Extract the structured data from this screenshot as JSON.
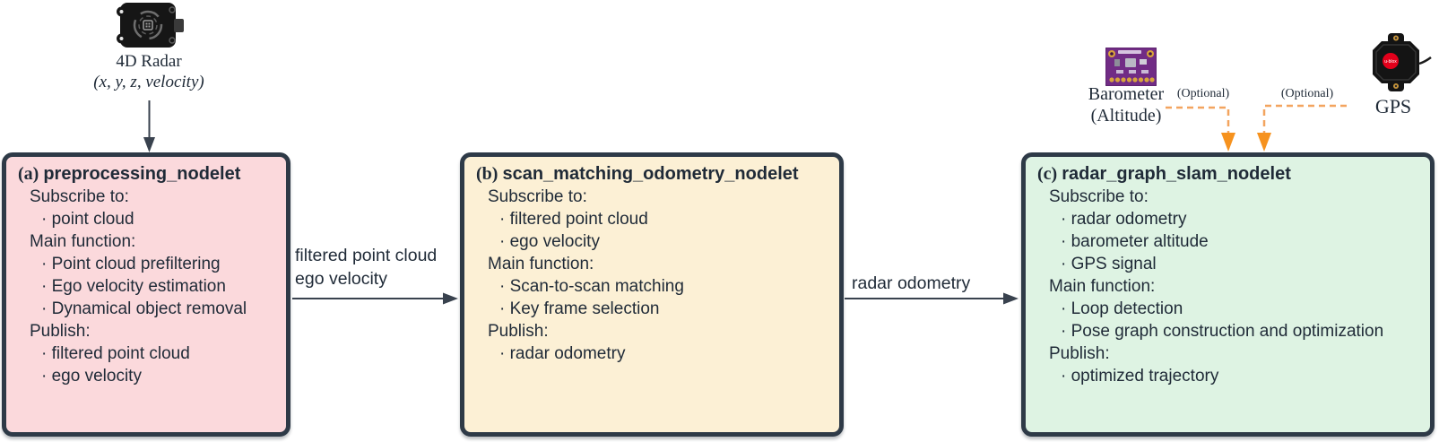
{
  "colors": {
    "box_a_fill": "#FBD9DC",
    "box_b_fill": "#FCF0D5",
    "box_c_fill": "#DEF3E3",
    "node_border": "#2E3A47",
    "text_color": "#1F2A37",
    "arrow_color": "#39424E",
    "optional_orange": "#F6921E",
    "optional_orange_dash": "#F3A45F"
  },
  "sensors": {
    "radar": {
      "label": "4D Radar",
      "sublabel": "(x, y, z, velocity)"
    },
    "barometer": {
      "label": "Barometer",
      "sublabel": "(Altitude)",
      "optional_tag": "(Optional)"
    },
    "gps": {
      "label": "GPS",
      "optional_tag": "(Optional)"
    }
  },
  "boxes": [
    {
      "prefix": "(a)",
      "title": "preprocessing_nodelet",
      "lines": [
        "Subscribe to:",
        "· point cloud",
        "Main function:",
        "· Point cloud prefiltering",
        "· Ego velocity estimation",
        "· Dynamical object removal",
        "Publish:",
        "· filtered point cloud",
        "· ego velocity"
      ]
    },
    {
      "prefix": "(b)",
      "title": "scan_matching_odometry_nodelet",
      "lines": [
        "Subscribe to:",
        "· filtered point cloud",
        "· ego velocity",
        "Main function:",
        "· Scan-to-scan matching",
        "· Key frame selection",
        "Publish:",
        "· radar odometry"
      ]
    },
    {
      "prefix": "(c)",
      "title": "radar_graph_slam_nodelet",
      "lines": [
        "Subscribe to:",
        "· radar odometry",
        "· barometer altitude",
        "· GPS signal",
        "Main function:",
        "· Loop detection",
        "· Pose graph construction and optimization",
        "Publish:",
        "· optimized trajectory"
      ]
    }
  ],
  "edges": {
    "a_to_b": {
      "label_line1": "filtered point cloud",
      "label_line2": "ego velocity"
    },
    "b_to_c": {
      "label": "radar odometry"
    }
  }
}
